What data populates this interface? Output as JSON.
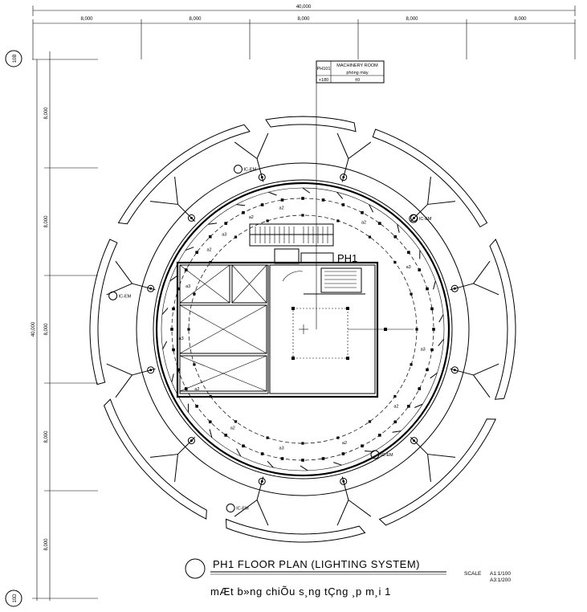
{
  "dimensions": {
    "overall_top": "40,000",
    "bays_top": [
      "8,000",
      "8,000",
      "8,000",
      "8,000",
      "8,000"
    ],
    "overall_left": "40,000",
    "bays_left": [
      "8,000",
      "8,000",
      "8,000",
      "8,000",
      "8,000"
    ]
  },
  "grid_bubbles": {
    "top": "10B",
    "bottom": "10D"
  },
  "room_tag": {
    "code": "PH101",
    "name_en": "MACHINERY ROOM",
    "name_local": "phòng máy",
    "level": "+180",
    "finish": "±0"
  },
  "space_label": "PH1",
  "fixture_tags": {
    "circuit_2": "a2",
    "circuit_3": "a3",
    "emergency": "IC-EM"
  },
  "title": {
    "main": "PH1 FLOOR PLAN (LIGHTING SYSTEM)",
    "subtitle": "mÆt b»ng chiÕu s¸ng tÇng ¸p m¸i 1",
    "scale_label": "SCALE",
    "scale_a1": "A1:1/100",
    "scale_a3": "A3:1/200"
  }
}
